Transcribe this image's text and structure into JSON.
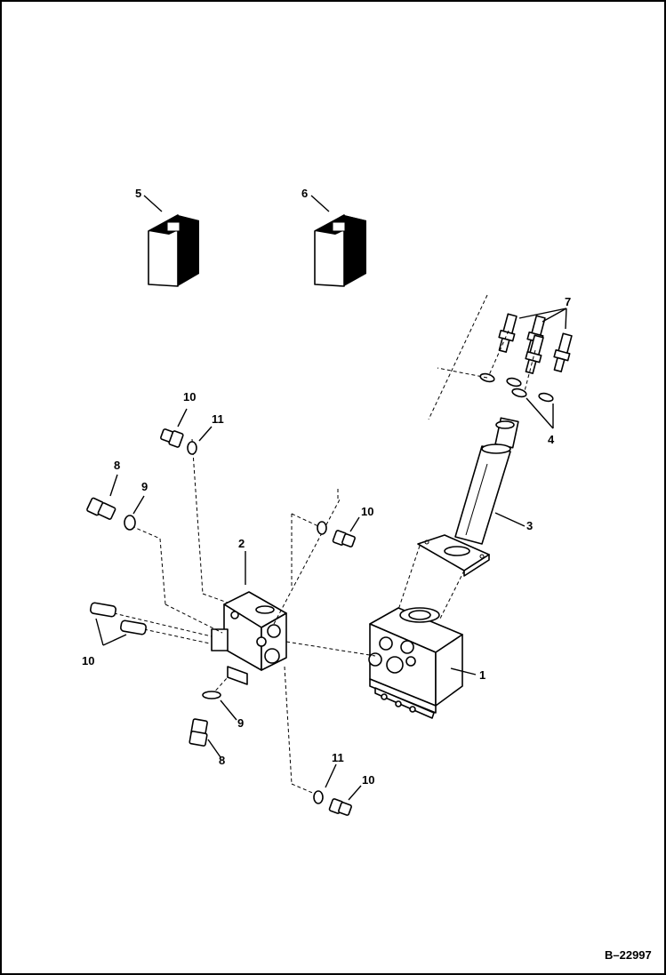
{
  "figure_id": "B–22997",
  "callouts": {
    "c1": "1",
    "c2": "2",
    "c3": "3",
    "c4": "4",
    "c5": "5",
    "c6": "6",
    "c7": "7",
    "c8a": "8",
    "c8b": "8",
    "c9a": "9",
    "c9b": "9",
    "c10a": "10",
    "c10b": "10",
    "c10c": "10",
    "c10d": "10",
    "c11a": "11",
    "c11b": "11"
  }
}
